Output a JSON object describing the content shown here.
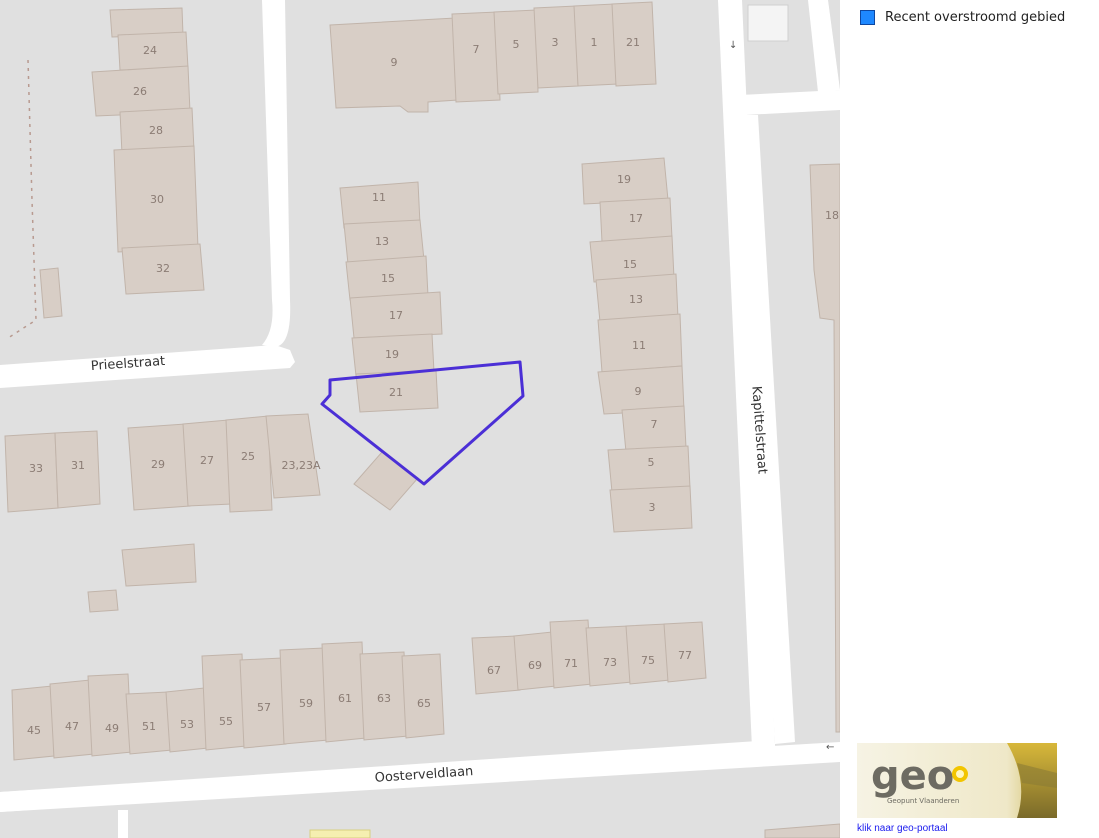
{
  "legend": {
    "label": "Recent overstroomd gebied",
    "color": "#1e88ff"
  },
  "streets": {
    "prieelstraat": "Prieelstraat",
    "kapittelstraat": "Kapittelstraat",
    "oosterveldlaan": "Oosterveldlaan"
  },
  "house_numbers": {
    "left_column": [
      "24",
      "26",
      "28",
      "30",
      "32"
    ],
    "top_row": [
      "9",
      "7",
      "5",
      "3",
      "1",
      "21"
    ],
    "center_column": [
      "11",
      "13",
      "15",
      "17",
      "19",
      "21"
    ],
    "right_column": [
      "19",
      "17",
      "15",
      "13",
      "11",
      "9",
      "7",
      "5",
      "3"
    ],
    "middle_row": [
      "33",
      "31",
      "29",
      "27",
      "25",
      "23,23A"
    ],
    "bottom_right_row": [
      "67",
      "69",
      "71",
      "73",
      "75",
      "77"
    ],
    "bottom_row": [
      "45",
      "47",
      "49",
      "51",
      "53",
      "55",
      "57",
      "59",
      "61",
      "63",
      "65"
    ],
    "far_right": "18"
  },
  "flood_outline_color": "#4b2fd6",
  "logo": {
    "text": "geo",
    "subtext": "Geopunt Vlaanderen"
  },
  "portal_link": "klik naar geo-portaal"
}
